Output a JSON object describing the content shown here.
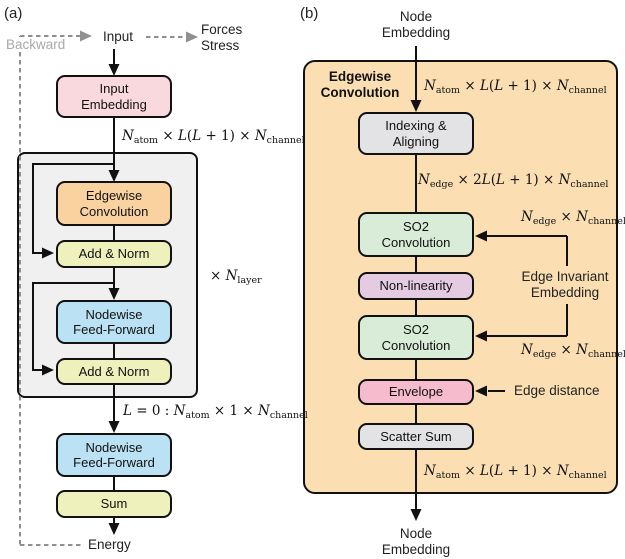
{
  "panel_a": {
    "label": "(a)",
    "backward_label": "Backward",
    "input_label": "Input",
    "forces_stress_label": "Forces\nStress",
    "energy_label": "Energy",
    "boxes": {
      "input_embedding": "Input\nEmbedding",
      "edgewise_convolution": "Edgewise\nConvolution",
      "add_norm_1": "Add & Norm",
      "nodewise_feed_forward_1": "Nodewise\nFeed-Forward",
      "add_norm_2": "Add & Norm",
      "nodewise_feed_forward_2": "Nodewise\nFeed-Forward",
      "sum": "Sum"
    },
    "math": {
      "dim_atom": [
        [
          "i",
          "N"
        ],
        [
          "s",
          "atom"
        ],
        [
          "n",
          " × "
        ],
        [
          "i",
          "L"
        ],
        [
          "n",
          "("
        ],
        [
          "i",
          "L"
        ],
        [
          "n",
          " + 1) × "
        ],
        [
          "i",
          "N"
        ],
        [
          "s",
          "channel"
        ]
      ],
      "n_layer": [
        [
          "n",
          "× "
        ],
        [
          "i",
          "N"
        ],
        [
          "s",
          "layer"
        ]
      ],
      "dim_l0": [
        [
          "i",
          "L"
        ],
        [
          "n",
          " = 0 : "
        ],
        [
          "i",
          "N"
        ],
        [
          "s",
          "atom"
        ],
        [
          "n",
          " × 1 × "
        ],
        [
          "i",
          "N"
        ],
        [
          "s",
          "channel"
        ]
      ]
    }
  },
  "panel_b": {
    "label": "(b)",
    "node_embedding_top": "Node\nEmbedding",
    "node_embedding_bottom": "Node\nEmbedding",
    "container_title": "Edgewise\nConvolution",
    "edge_invariant_label": "Edge Invariant\nEmbedding",
    "edge_distance_label": "Edge distance",
    "boxes": {
      "indexing_aligning": "Indexing &\nAligning",
      "so2_convolution_1": "SO2\nConvolution",
      "non_linearity": "Non-linearity",
      "so2_convolution_2": "SO2\nConvolution",
      "envelope": "Envelope",
      "scatter_sum": "Scatter Sum"
    },
    "math": {
      "dim_atom_in": [
        [
          "i",
          "N"
        ],
        [
          "s",
          "atom"
        ],
        [
          "n",
          " × "
        ],
        [
          "i",
          "L"
        ],
        [
          "n",
          "("
        ],
        [
          "i",
          "L"
        ],
        [
          "n",
          " + 1) × "
        ],
        [
          "i",
          "N"
        ],
        [
          "s",
          "channel"
        ]
      ],
      "dim_edge_2l": [
        [
          "i",
          "N"
        ],
        [
          "s",
          "edge"
        ],
        [
          "n",
          " × 2"
        ],
        [
          "i",
          "L"
        ],
        [
          "n",
          "("
        ],
        [
          "i",
          "L"
        ],
        [
          "n",
          " + 1) × "
        ],
        [
          "i",
          "N"
        ],
        [
          "s",
          "channel"
        ]
      ],
      "dim_edge_channel_1": [
        [
          "i",
          "N"
        ],
        [
          "s",
          "edge"
        ],
        [
          "n",
          " × "
        ],
        [
          "i",
          "N"
        ],
        [
          "s",
          "channel"
        ]
      ],
      "dim_edge_channel_2": [
        [
          "i",
          "N"
        ],
        [
          "s",
          "edge"
        ],
        [
          "n",
          " × "
        ],
        [
          "i",
          "N"
        ],
        [
          "s",
          "channel"
        ]
      ],
      "dim_atom_out": [
        [
          "i",
          "N"
        ],
        [
          "s",
          "atom"
        ],
        [
          "n",
          " × "
        ],
        [
          "i",
          "L"
        ],
        [
          "n",
          "("
        ],
        [
          "i",
          "L"
        ],
        [
          "n",
          " + 1) × "
        ],
        [
          "i",
          "N"
        ],
        [
          "s",
          "channel"
        ]
      ]
    }
  },
  "colors": {
    "pink_light": "#f9d8de",
    "orange_box": "#fad2a0",
    "yellow_box": "#eef1bc",
    "blue_box": "#bae2f4",
    "green_box": "#d8ecd8",
    "purple_box": "#e4cbe1",
    "pink_box": "#f6bccd",
    "grey_box": "#e3e3e5",
    "grey_container": "#f0f0f1",
    "orange_container": "#fbdfb3",
    "line": "#111111",
    "dashed_grey": "#909090"
  }
}
